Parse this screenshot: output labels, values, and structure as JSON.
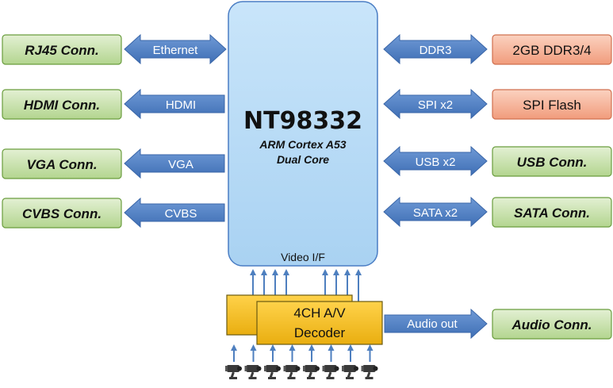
{
  "soc": {
    "title": "NT98332",
    "line1": "ARM Cortex A53",
    "line2": "Dual Core",
    "video_if": "Video I/F"
  },
  "left": [
    {
      "connector": "RJ45 Conn.",
      "signal": "Ethernet",
      "direction": "both"
    },
    {
      "connector": "HDMI Conn.",
      "signal": "HDMI",
      "direction": "out"
    },
    {
      "connector": "VGA Conn.",
      "signal": "VGA",
      "direction": "out"
    },
    {
      "connector": "CVBS Conn.",
      "signal": "CVBS",
      "direction": "out"
    }
  ],
  "right": [
    {
      "peripheral": "2GB DDR3/4",
      "signal": "DDR3",
      "style": "memory"
    },
    {
      "peripheral": "SPI Flash",
      "signal": "SPI x2",
      "style": "memory"
    },
    {
      "peripheral": "USB Conn.",
      "signal": "USB x2",
      "style": "connector"
    },
    {
      "peripheral": "SATA Conn.",
      "signal": "SATA x2",
      "style": "connector"
    }
  ],
  "decoder": {
    "line1": "4CH A/V",
    "line2": "Decoder"
  },
  "audio": {
    "signal": "Audio out",
    "connector": "Audio Conn."
  },
  "cameras": {
    "count": 8
  },
  "colors": {
    "soc_fill": "#b8dcf6",
    "connector_fill": "#c5e0a8",
    "memory_fill": "#f5b49a",
    "decoder_fill": "#f6c22c",
    "arrow_fill": "#4a7dc4",
    "small_arrow": "#4e7fbf"
  }
}
